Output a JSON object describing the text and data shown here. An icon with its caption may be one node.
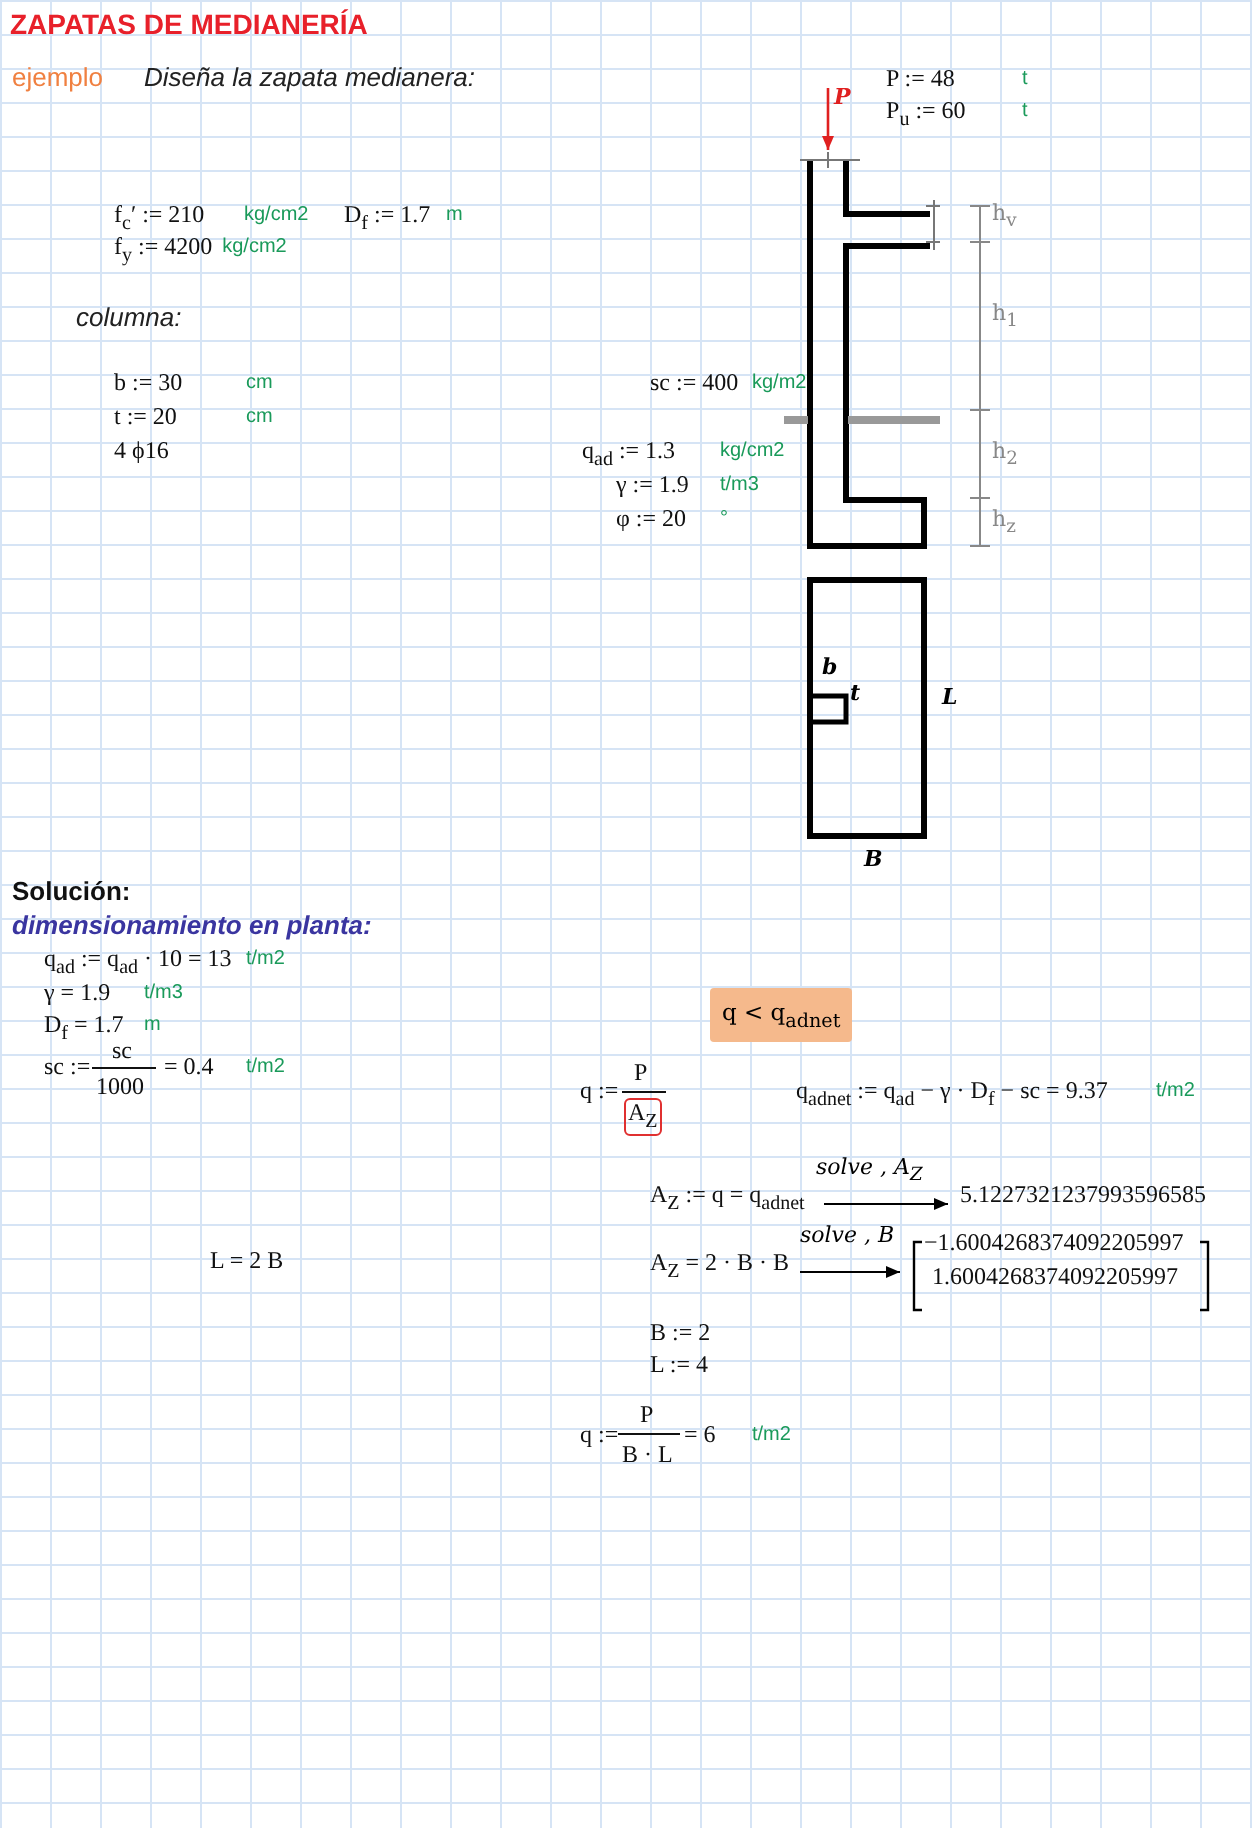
{
  "diagram": {
    "title": "ZAPATAS DE MEDIANERÍA",
    "nodes": [
      {
        "text": [
          "q < q$_{adnet}$"
        ]
      }
    ],
    "labels": [
      "ejemplo",
      "Diseña la zapata medianera:",
      "P := 48",
      "t",
      "P$_{u}$ := 60",
      "t",
      "P",
      "f$_{c}$′ := 210",
      "kg/cm2",
      "D$_{f}$ := 1.7",
      "m",
      "f$_{y}$ := 4200",
      "kg/cm2",
      "h$_{v}$",
      "columna:",
      "h$_{1}$",
      "b := 30",
      "cm",
      "sc := 400",
      "kg/m2",
      "t := 20",
      "cm",
      "4 ϕ16",
      "q$_{ad}$ := 1.3",
      "kg/cm2",
      "h$_{2}$",
      "γ := 1.9",
      "t/m3",
      "φ := 20",
      "°",
      "h$_{z}$",
      "b",
      "t",
      "L",
      "B",
      "Solución:",
      "dimensionamiento en planta:",
      "q$_{ad}$ := q$_{ad}$ · 10 = 13",
      "t/m2",
      "γ = 1.9",
      "t/m3",
      "D$_{f}$ = 1.7",
      "m",
      "sc :=",
      "sc",
      "1000",
      "= 0.4",
      "t/m2",
      "q :=",
      "P",
      "A$_{Z}$",
      "q$_{adnet}$ := q$_{ad}$ − γ · D$_{f}$ − sc = 9.37",
      "t/m2",
      "A$_{Z}$ := q = q$_{adnet}$",
      "solve , A$_{Z}$",
      "5.1227321237993596585",
      "L = 2 B",
      "A$_{Z}$ = 2 · B · B",
      "solve , B",
      "−1.6004268374092205997",
      "1.6004268374092205997",
      "B := 2",
      "L := 4",
      "q :=",
      "P",
      "B · L",
      "= 6",
      "t/m2"
    ]
  }
}
